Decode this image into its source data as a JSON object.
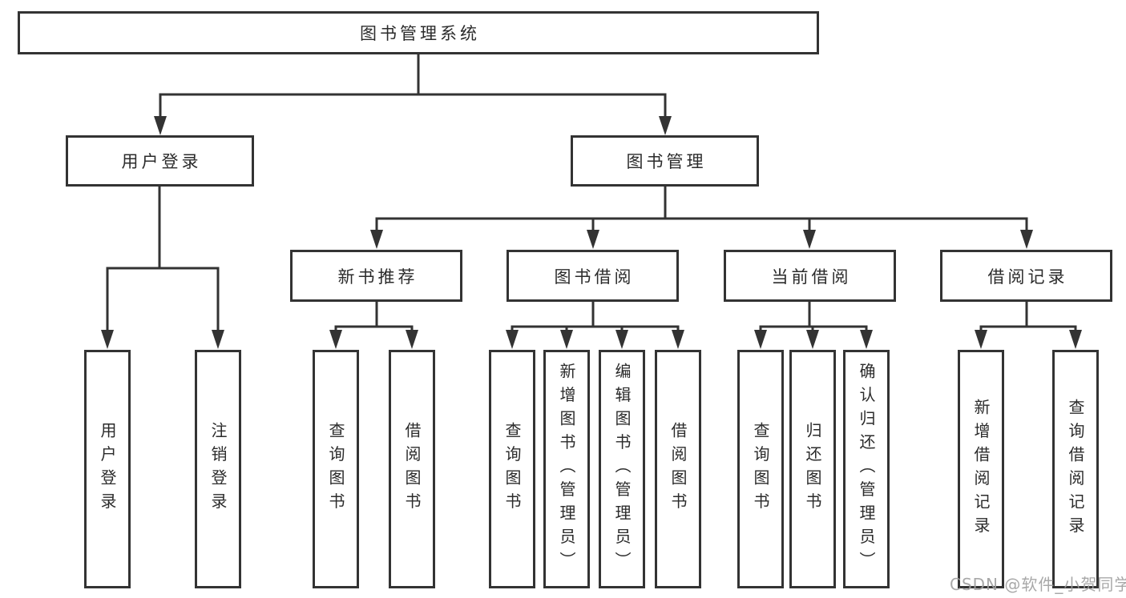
{
  "diagram": {
    "title": {
      "label": "图书管理系统"
    },
    "level2": [
      {
        "label": "用户登录"
      },
      {
        "label": "图书管理"
      }
    ],
    "level3": [
      {
        "label": "新书推荐"
      },
      {
        "label": "图书借阅"
      },
      {
        "label": "当前借阅"
      },
      {
        "label": "借阅记录"
      }
    ],
    "leaves": [
      {
        "label": "用户登录",
        "parent": "用户登录"
      },
      {
        "label": "注销登录",
        "parent": "用户登录"
      },
      {
        "label": "查询图书",
        "parent": "新书推荐"
      },
      {
        "label": "借阅图书",
        "parent": "新书推荐"
      },
      {
        "label": "查询图书",
        "parent": "图书借阅"
      },
      {
        "label": "新增图书（管理员）",
        "parent": "图书借阅"
      },
      {
        "label": "编辑图书（管理员）",
        "parent": "图书借阅"
      },
      {
        "label": "借阅图书",
        "parent": "图书借阅"
      },
      {
        "label": "查询图书",
        "parent": "当前借阅"
      },
      {
        "label": "归还图书",
        "parent": "当前借阅"
      },
      {
        "label": "确认归还（管理员）",
        "parent": "当前借阅"
      },
      {
        "label": "新增借阅记录",
        "parent": "借阅记录"
      },
      {
        "label": "查询借阅记录",
        "parent": "借阅记录"
      }
    ],
    "colors": {
      "line": "#333333",
      "box_border": "#333333",
      "text": "#2b2b2b",
      "watermark": "#9f9f9f",
      "background": "#ffffff"
    }
  },
  "watermark": {
    "text": "CSDN @软件_小贺同学"
  }
}
